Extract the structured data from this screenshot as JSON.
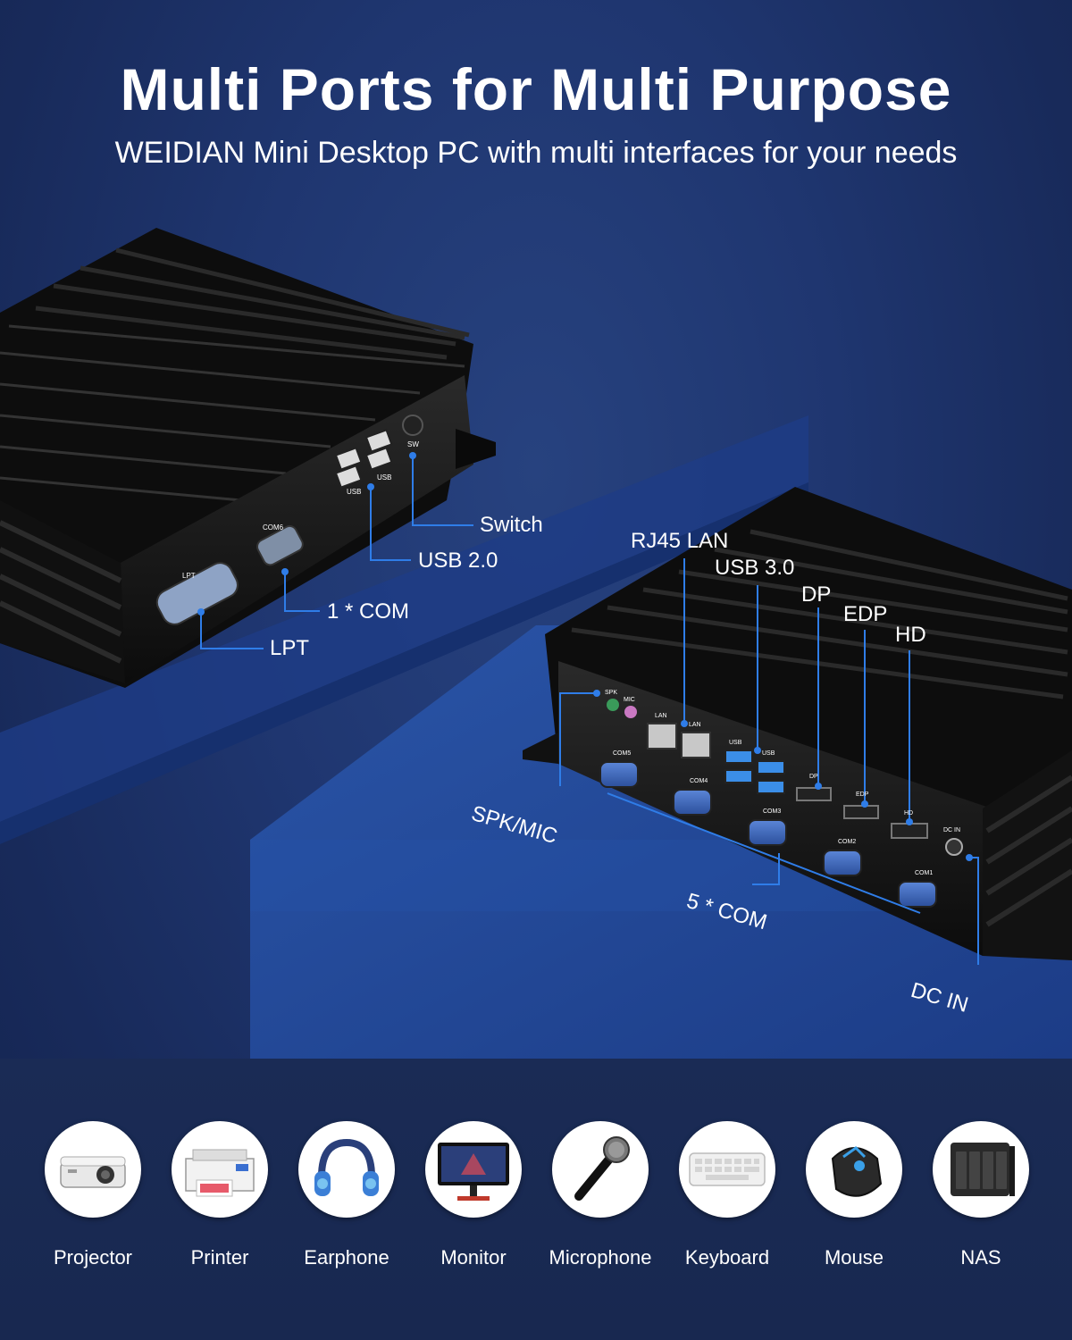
{
  "header": {
    "title": "Multi Ports for Multi Purpose",
    "subtitle": "WEIDIAN Mini Desktop PC with multi interfaces for your needs"
  },
  "back_unit": {
    "callouts": {
      "switch": "Switch",
      "usb2": "USB 2.0",
      "com1": "1 * COM",
      "lpt": "LPT"
    },
    "silkscreen": {
      "usb_a": "USB",
      "usb_b": "USB",
      "sw": "SW",
      "com6": "COM6",
      "lpt": "LPT"
    }
  },
  "front_unit": {
    "callouts": {
      "rj45": "RJ45 LAN",
      "usb3": "USB 3.0",
      "dp": "DP",
      "edp": "EDP",
      "hd": "HD",
      "spk_mic": "SPK/MIC",
      "com5": "5 * COM",
      "dc_in": "DC IN"
    },
    "silkscreen": {
      "spk": "SPK",
      "mic": "MIC",
      "lan1": "LAN",
      "lan2": "LAN",
      "usb1": "USB",
      "usb2": "USB",
      "dp": "DP",
      "edp": "EDP",
      "hd": "HD",
      "dcin": "DC IN",
      "com5": "COM5",
      "com4": "COM4",
      "com3": "COM3",
      "com2": "COM2",
      "com1": "COM1"
    }
  },
  "devices": [
    {
      "label": "Projector",
      "icon": "projector-icon"
    },
    {
      "label": "Printer",
      "icon": "printer-icon"
    },
    {
      "label": "Earphone",
      "icon": "headphones-icon"
    },
    {
      "label": "Monitor",
      "icon": "monitor-icon"
    },
    {
      "label": "Microphone",
      "icon": "microphone-icon"
    },
    {
      "label": "Keyboard",
      "icon": "keyboard-icon"
    },
    {
      "label": "Mouse",
      "icon": "mouse-icon"
    },
    {
      "label": "NAS",
      "icon": "nas-icon"
    }
  ],
  "colors": {
    "background": "#1f3670",
    "accent_line": "#2f7de8",
    "case": "#141414"
  }
}
